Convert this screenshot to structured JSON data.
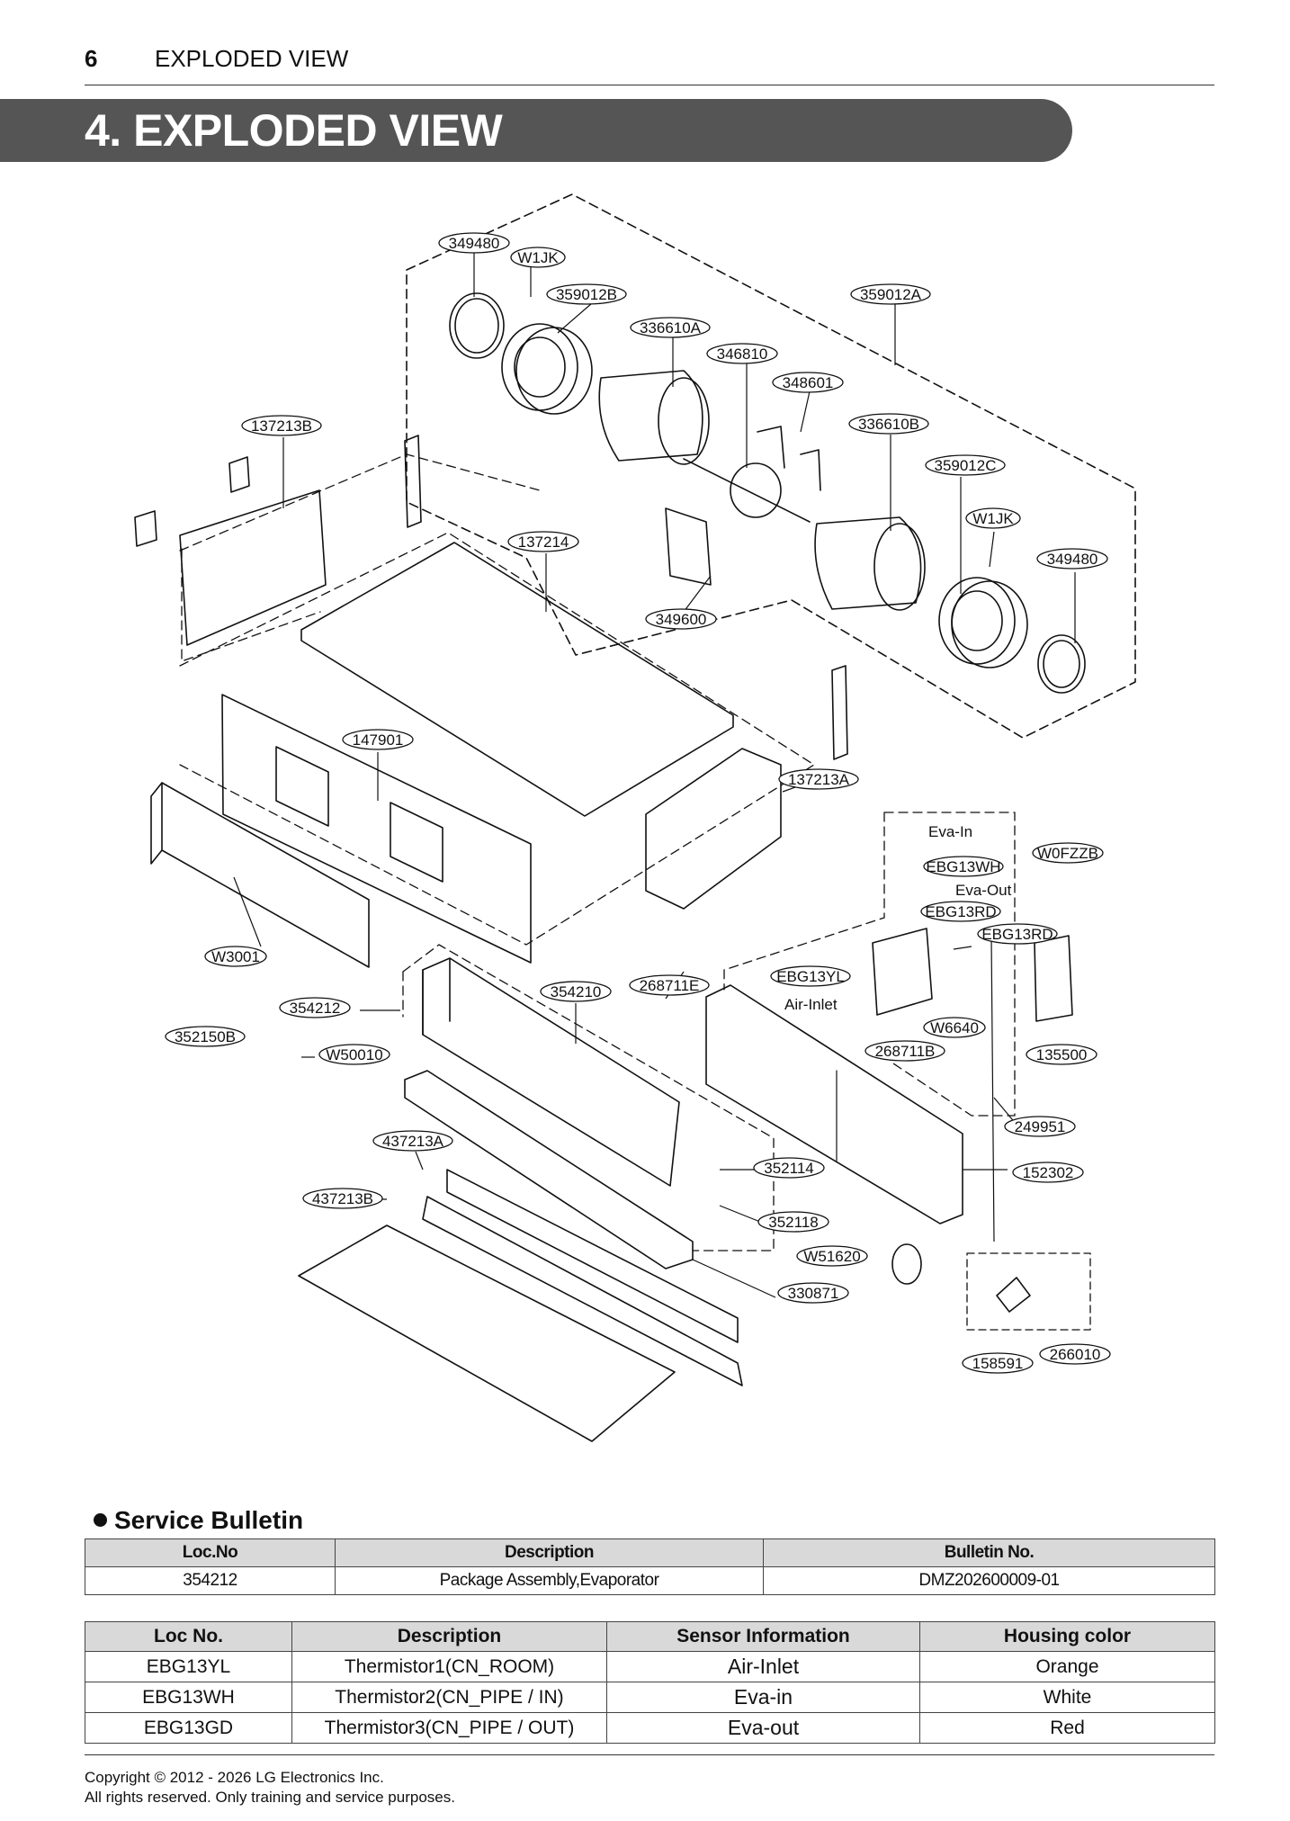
{
  "header": {
    "page_number": "6",
    "section": "EXPLODED VIEW"
  },
  "banner": {
    "title": "4. EXPLODED VIEW"
  },
  "diagram": {
    "callouts": [
      "349480",
      "W1JK",
      "359012B",
      "359012A",
      "336610A",
      "346810",
      "348601",
      "336610B",
      "359012C",
      "W1JK",
      "349480",
      "137213B",
      "137214",
      "349600",
      "147901",
      "137213A",
      "W0FZZB",
      "EBG13WH",
      "EBG13RD",
      "EBG13RD",
      "EBG13YL",
      "W6640",
      "268711B",
      "135500",
      "268711E",
      "354210",
      "354212",
      "W3001",
      "352150B",
      "W50010",
      "437213A",
      "437213B",
      "352114",
      "352118",
      "W51620",
      "330871",
      "249951",
      "152302",
      "158591",
      "266010"
    ],
    "plain_labels": [
      "Eva-In",
      "Eva-Out",
      "Air-Inlet"
    ]
  },
  "service_bulletin": {
    "title": "Service Bulletin",
    "headers": [
      "Loc.No",
      "Description",
      "Bulletin No."
    ],
    "rows": [
      [
        "354212",
        "Package Assembly,Evaporator",
        "DMZ202600009-01"
      ]
    ]
  },
  "sensor_table": {
    "headers": [
      "Loc No.",
      "Description",
      "Sensor Information",
      "Housing color"
    ],
    "rows": [
      [
        "EBG13YL",
        "Thermistor1(CN_ROOM)",
        "Air-Inlet",
        "Orange"
      ],
      [
        "EBG13WH",
        "Thermistor2(CN_PIPE / IN)",
        "Eva-in",
        "White"
      ],
      [
        "EBG13GD",
        "Thermistor3(CN_PIPE / OUT)",
        "Eva-out",
        "Red"
      ]
    ]
  },
  "footer": {
    "copyright": "Copyright © 2012 - 2026 LG Electronics Inc.",
    "rights": "All rights reserved. Only training and service purposes."
  }
}
